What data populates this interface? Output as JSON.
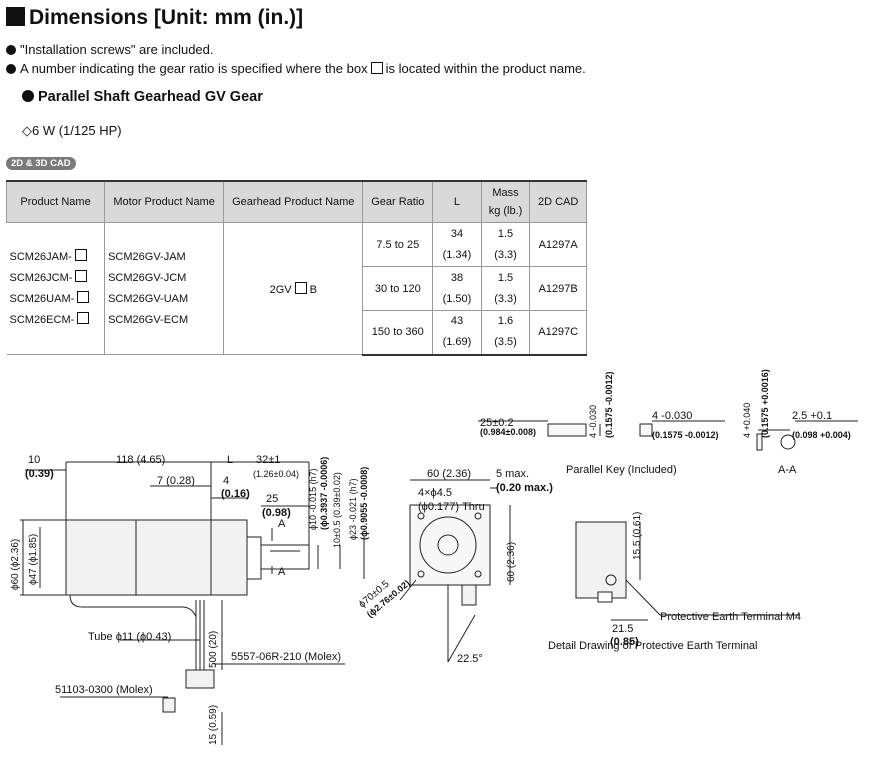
{
  "header": {
    "title": "Dimensions [Unit: mm (in.)]",
    "notes": [
      "\"Installation screws\" are included.",
      "A number indicating the gear ratio is specified where the box",
      "is located within the product name."
    ],
    "subtitle": "Parallel Shaft Gearhead GV Gear",
    "power": "6 W (1/125 HP)",
    "cad_badge": "2D & 3D CAD"
  },
  "table": {
    "headers": [
      "Product Name",
      "Motor Product Name",
      "Gearhead Product Name",
      "Gear Ratio",
      "L",
      "Mass",
      "kg (lb.)",
      "2D CAD"
    ],
    "products": [
      "SCM26JAM-",
      "SCM26JCM-",
      "SCM26UAM-",
      "SCM26ECM-"
    ],
    "motors": [
      "SCM26GV-JAM",
      "SCM26GV-JCM",
      "SCM26GV-UAM",
      "SCM26GV-ECM"
    ],
    "gearhead_prefix": "2GV",
    "gearhead_suffix": "B",
    "rows": [
      {
        "ratio": "7.5 to 25",
        "L_mm": "34",
        "L_in": "(1.34)",
        "mass_kg": "1.5",
        "mass_lb": "(3.3)",
        "cad": "A1297A"
      },
      {
        "ratio": "30 to 120",
        "L_mm": "38",
        "L_in": "(1.50)",
        "mass_kg": "1.5",
        "mass_lb": "(3.3)",
        "cad": "A1297B"
      },
      {
        "ratio": "150 to 360",
        "L_mm": "43",
        "L_in": "(1.69)",
        "mass_kg": "1.6",
        "mass_lb": "(3.5)",
        "cad": "A1297C"
      }
    ]
  },
  "drawing": {
    "labels": {
      "parallel_key": "Parallel Key (Included)",
      "section_aa": "A-A",
      "section_mark": "A",
      "pe_terminal": "Protective Earth Terminal M4",
      "pe_detail": "Detail Drawing of Protective Earth Terminal",
      "tube": "Tube ϕ11 (ϕ0.43)",
      "molex_1": "5557-06R-210 (Molex)",
      "molex_2": "51103-0300 (Molex)",
      "holes": "4×ϕ4.5",
      "holes_in": "(ϕ0.177) Thru",
      "angle": "22.5°"
    },
    "dims": {
      "d10": "10",
      "d10_in": "(0.39)",
      "d118": "118 (4.65)",
      "dL": "L",
      "d32": "32±1",
      "d32_in": "(1.26±0.04)",
      "d7": "7 (0.28)",
      "d4": "4",
      "d4_in": "(0.16)",
      "d25": "25",
      "d25_in": "(0.98)",
      "d60": "60 (2.36)",
      "d5max": "5 max.",
      "d5max_in": "(0.20 max.)",
      "d60v": "60 (2.36)",
      "phi60": "ϕ60 (ϕ2.36)",
      "phi47": "ϕ47 (ϕ1.85)",
      "phi10": "ϕ10 -0.015 (h7)",
      "phi10_in": "(ϕ0.3937 -0.0006)",
      "d10b": "10±0.5 (0.39±0.02)",
      "phi23": "ϕ23 -0.021 (h7)",
      "phi23_in": "(ϕ0.9055 -0.0008)",
      "phi70": "ϕ70±0.5",
      "phi70_in": "(ϕ2.76±0.02)",
      "d500": "500 (20)",
      "d15": "15 (0.59)",
      "d15_5": "15.5 (0.61)",
      "d21_5": "21.5",
      "d21_5_in": "(0.85)",
      "key_25": "25±0.2",
      "key_25_in": "(0.984±0.008)",
      "key_4": "4 -0.030",
      "key_4_in": "(0.1575 -0.0012)",
      "key_4h": "4 -0.030",
      "key_4h_in": "(0.1575 -0.0012)",
      "aa_4": "4 +0.040",
      "aa_4_in": "(0.1575 +0.0016)",
      "aa_25": "2.5 +0.1",
      "aa_25_in": "(0.098 +0.004)"
    }
  }
}
